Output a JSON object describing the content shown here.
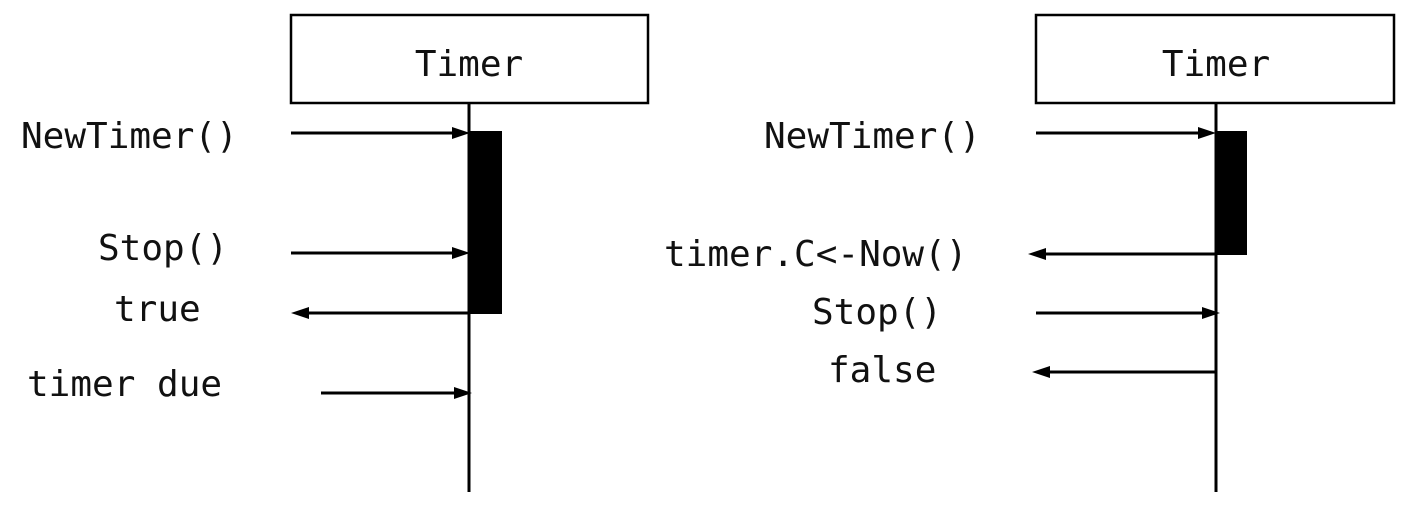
{
  "left": {
    "lifeline_title": "Timer",
    "messages": {
      "new_timer": "NewTimer()",
      "stop": "Stop()",
      "returned": "true",
      "timer_due": "timer due"
    }
  },
  "right": {
    "lifeline_title": "Timer",
    "messages": {
      "new_timer": "NewTimer()",
      "send_channel": "timer.C<-Now()",
      "stop": "Stop()",
      "returned": "false"
    }
  }
}
